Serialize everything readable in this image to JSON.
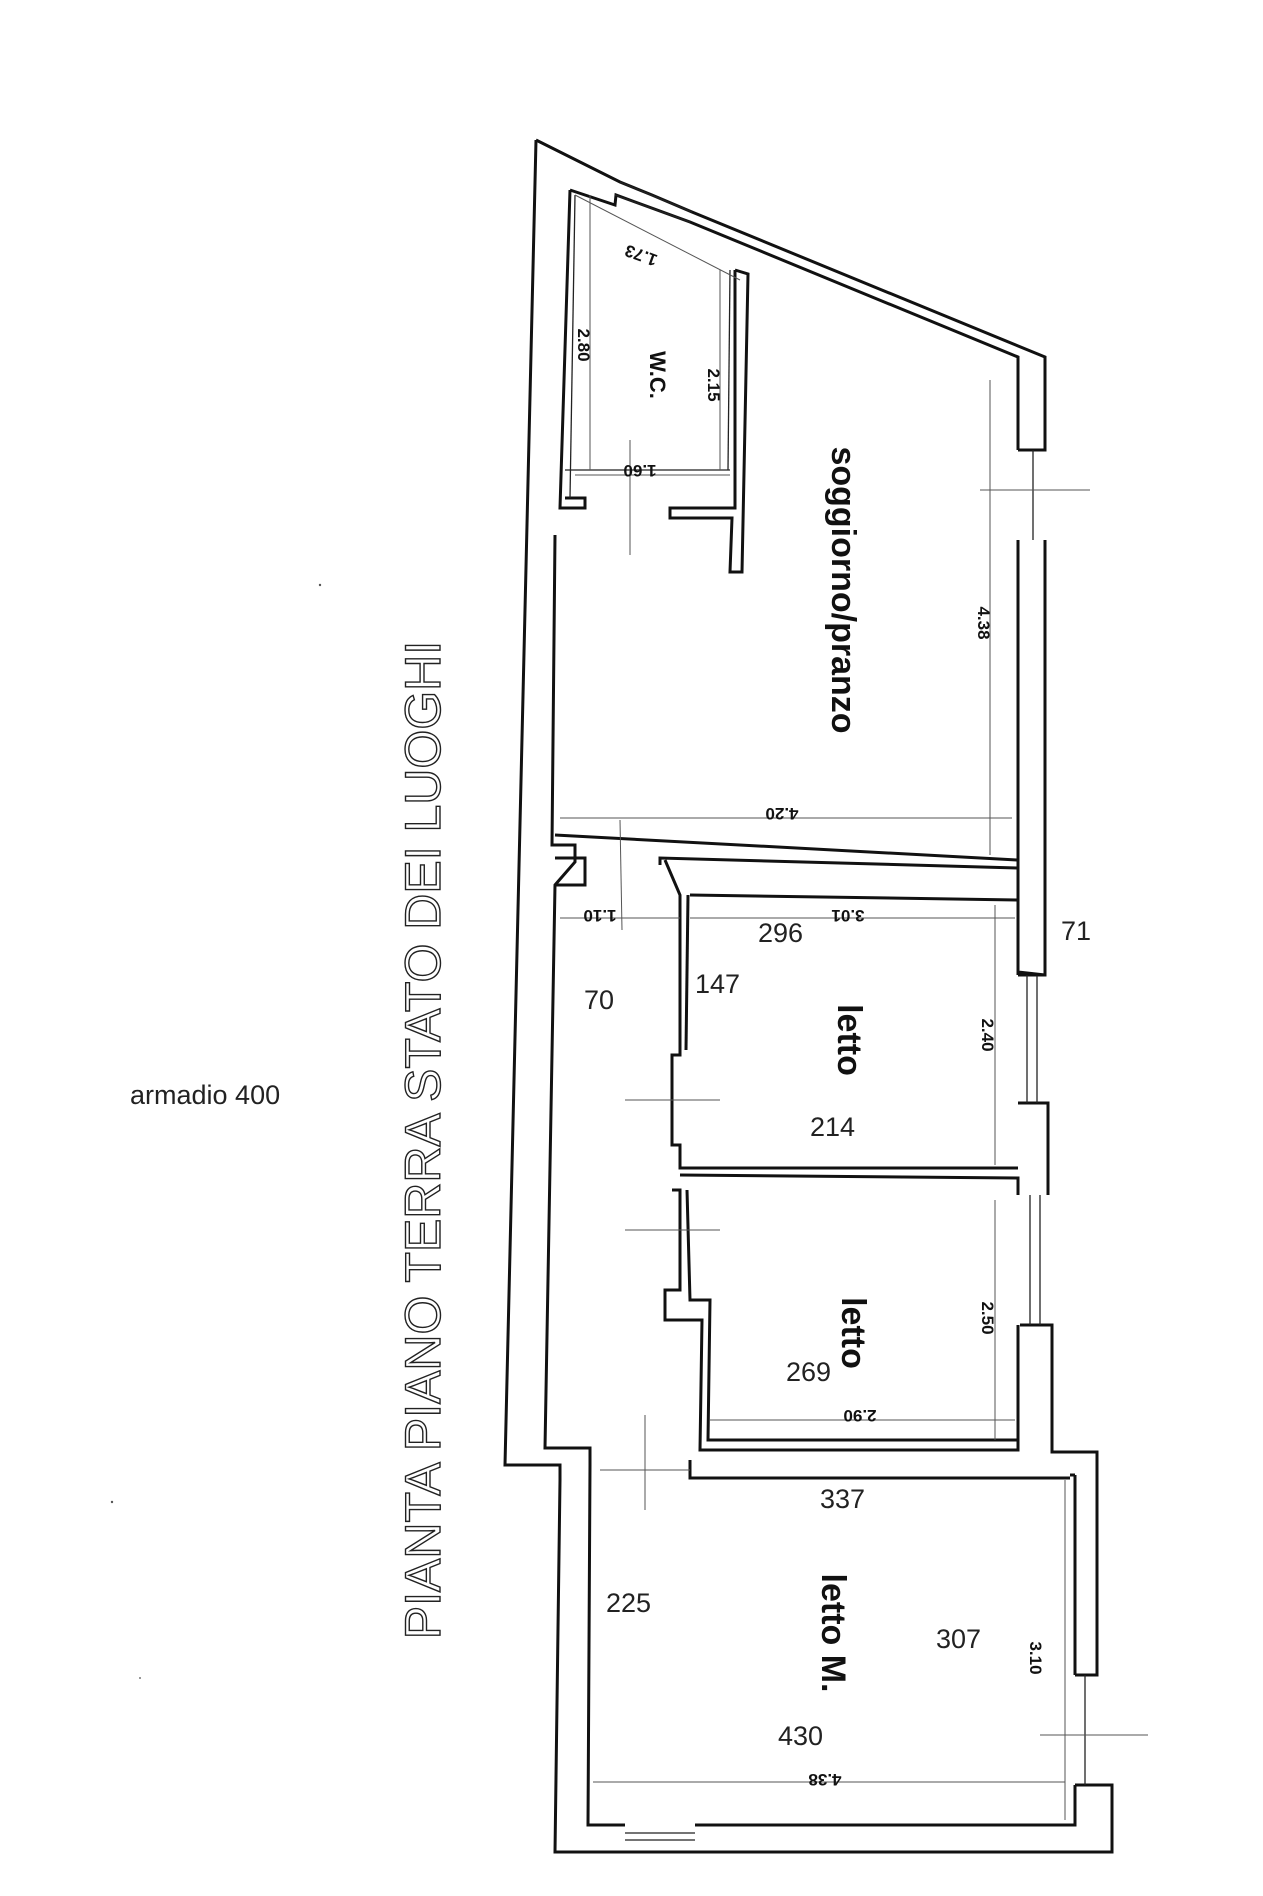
{
  "title": "PIANTA PIANO TERRA STATO DEI LUOGHI",
  "rooms": {
    "wc": "W.C.",
    "soggiorno": "soggiorno/pranzo",
    "letto1": "letto",
    "letto2": "letto",
    "letto_m": "letto M."
  },
  "printed_dimensions": {
    "wc_top": "1.73",
    "wc_left": "2.80",
    "wc_right": "2.15",
    "wc_bottom": "1.60",
    "soggiorno_right": "4.38",
    "soggiorno_bottom": "4.20",
    "corridor_top": "1.10",
    "letto1_top": "3.01",
    "letto1_right": "2.40",
    "letto2_right": "2.50",
    "letto2_bottom": "2.90",
    "letto_m_right": "3.10",
    "letto_m_bottom": "4.38"
  },
  "handwritten": {
    "armadio": "armadio 400",
    "n296": "296",
    "n147": "147",
    "n70": "70",
    "n71": "71",
    "n214": "214",
    "n269": "269",
    "n337": "337",
    "n225": "225",
    "n307": "307",
    "n430": "430"
  }
}
